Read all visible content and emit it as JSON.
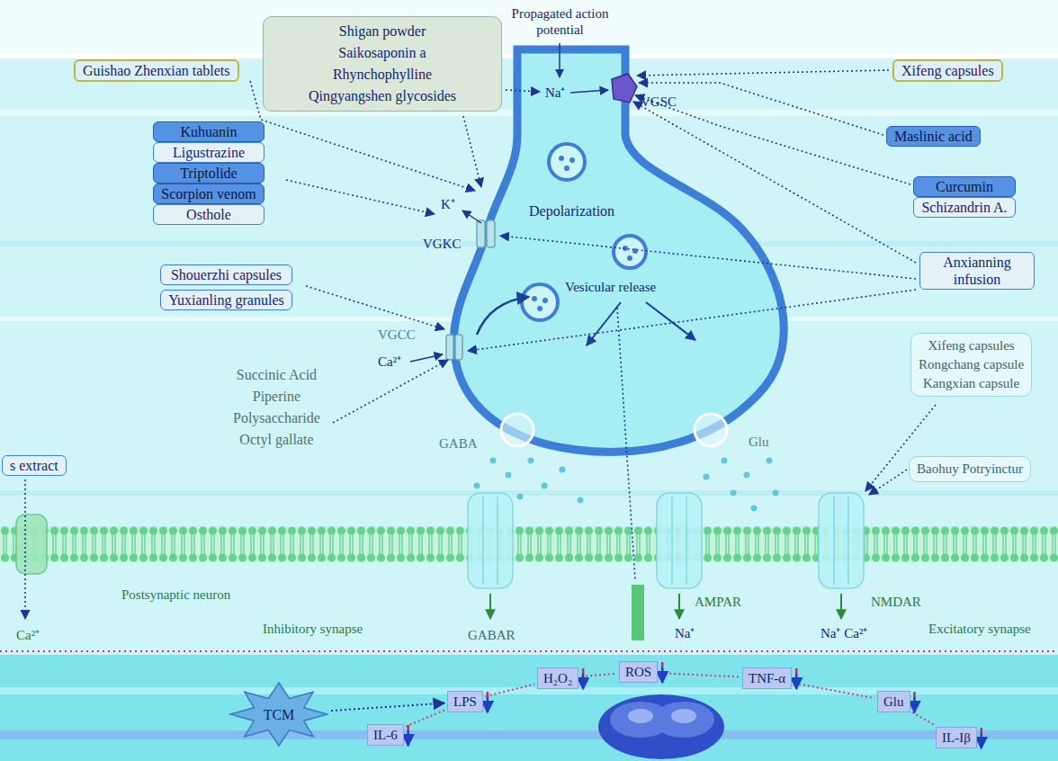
{
  "diagram": {
    "nodes": [
      {
        "text": [
          "Shigan powder",
          "Saikosaponin a",
          "Rhynchophylline",
          "Qingyangshen glycosides"
        ]
      },
      {
        "text": [
          "Guishao Zhenxian tablets"
        ]
      },
      {
        "text": [
          "Xifeng capsules"
        ]
      },
      {
        "text": [
          "Maslinic acid"
        ]
      },
      {
        "text": [
          "Kuhuanin"
        ]
      },
      {
        "text": [
          "Ligustrazine"
        ]
      },
      {
        "text": [
          "Triptolide"
        ]
      },
      {
        "text": [
          "Scorpion venom"
        ]
      },
      {
        "text": [
          "Osthole"
        ]
      },
      {
        "text": [
          "Curcumin"
        ]
      },
      {
        "text": [
          "Schizandrin A."
        ]
      },
      {
        "text": [
          "Anxianning infusion"
        ]
      },
      {
        "text": [
          "Shouerzhi capsules"
        ]
      },
      {
        "text": [
          "Yuxianling granules"
        ]
      },
      {
        "text": [
          "Succinic Acid",
          "Piperine",
          "Polysaccharide",
          "Octyl gallate"
        ]
      },
      {
        "text": [
          "Xifeng capsules",
          "Rongchang capsule",
          "Kangxian capsule"
        ]
      },
      {
        "text": [
          "s extract"
        ]
      },
      {
        "text": [
          "Baohuy Potryinctur"
        ]
      },
      {
        "text": [
          "TCM"
        ]
      },
      {
        "text": [
          "LPS"
        ]
      },
      {
        "text": [
          "H₂O₂"
        ]
      },
      {
        "text": [
          "ROS"
        ]
      },
      {
        "text": [
          "TNF-α"
        ]
      },
      {
        "text": [
          "Glu"
        ]
      },
      {
        "text": [
          "IL-6"
        ]
      },
      {
        "text": [
          "IL-Iβ"
        ]
      }
    ],
    "edges": [
      {
        "from": 18,
        "to": 19,
        "arrow": "to"
      },
      {
        "from": 19,
        "to": 20,
        "arrow": "none"
      },
      {
        "from": 20,
        "to": 21,
        "arrow": "none"
      },
      {
        "from": 21,
        "to": 22,
        "arrow": "none"
      },
      {
        "from": 22,
        "to": 23,
        "arrow": "none"
      },
      {
        "from": 19,
        "to": 24,
        "arrow": "none"
      },
      {
        "from": 23,
        "to": 25,
        "arrow": "none"
      }
    ],
    "labels": [
      "Propagated action potential",
      "Na⁺",
      "VGSC",
      "K⁺",
      "Depolarization",
      "VGKC",
      "Vesicular release",
      "VGCC",
      "Ca²⁺",
      "GABA",
      "Glu",
      "Postsynaptic neuron",
      "Inhibitory synapse",
      "GABAR",
      "AMPAR",
      "NMDAR",
      "Na⁺",
      "Na⁺ Ca²⁺",
      "Excitatory synapse",
      "Ca²⁺"
    ]
  }
}
